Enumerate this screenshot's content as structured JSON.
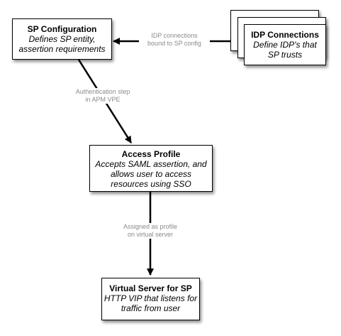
{
  "nodes": {
    "sp_config": {
      "title": "SP Configuration",
      "desc_line1": "Defines SP entity,",
      "desc_line2": "assertion requirements"
    },
    "idp_connections": {
      "title": "IDP Connections",
      "desc_line1": "Define IDP's that",
      "desc_line2": "SP trusts"
    },
    "access_profile": {
      "title": "Access Profile",
      "desc_line1": "Accepts SAML assertion, and",
      "desc_line2": "allows user to access",
      "desc_line3": "resources using SSO"
    },
    "virtual_server": {
      "title": "Virtual Server for SP",
      "desc_line1": "HTTP VIP that listens for",
      "desc_line2": "traffic from user"
    }
  },
  "edges": {
    "idp_to_sp": {
      "line1": "IDP connections",
      "line2": "bound to SP config"
    },
    "sp_to_access": {
      "line1": "Authentication step",
      "line2": "in APM VPE"
    },
    "access_to_vs": {
      "line1": "Assigned as profile",
      "line2": "on virtual server"
    }
  },
  "colors": {
    "box_border": "#000000",
    "label_text": "#8a8a8a",
    "connector": "#000000"
  }
}
